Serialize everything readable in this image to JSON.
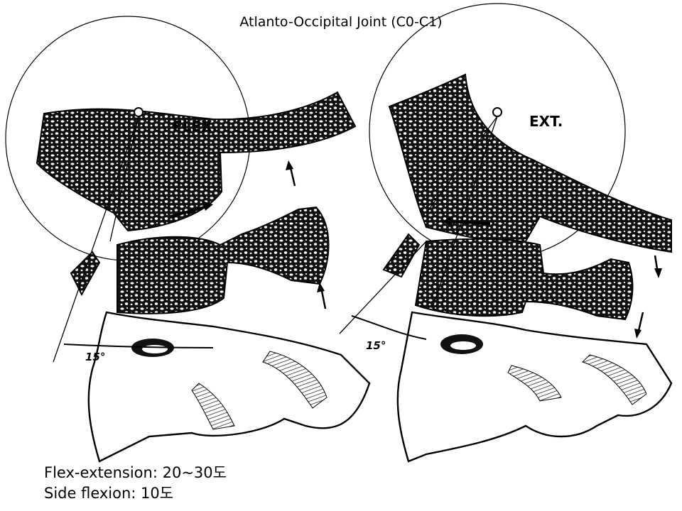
{
  "slide": {
    "title": "Atlanto-Occipital Joint (C0-C1)",
    "notes": [
      "Flex-extension: 20~30도",
      "Side flexion: 10도"
    ]
  },
  "diagram": {
    "left_panel": {
      "label": "FLEX.",
      "angle": "15°"
    },
    "right_panel": {
      "label": "EXT.",
      "angle": "15°"
    }
  }
}
